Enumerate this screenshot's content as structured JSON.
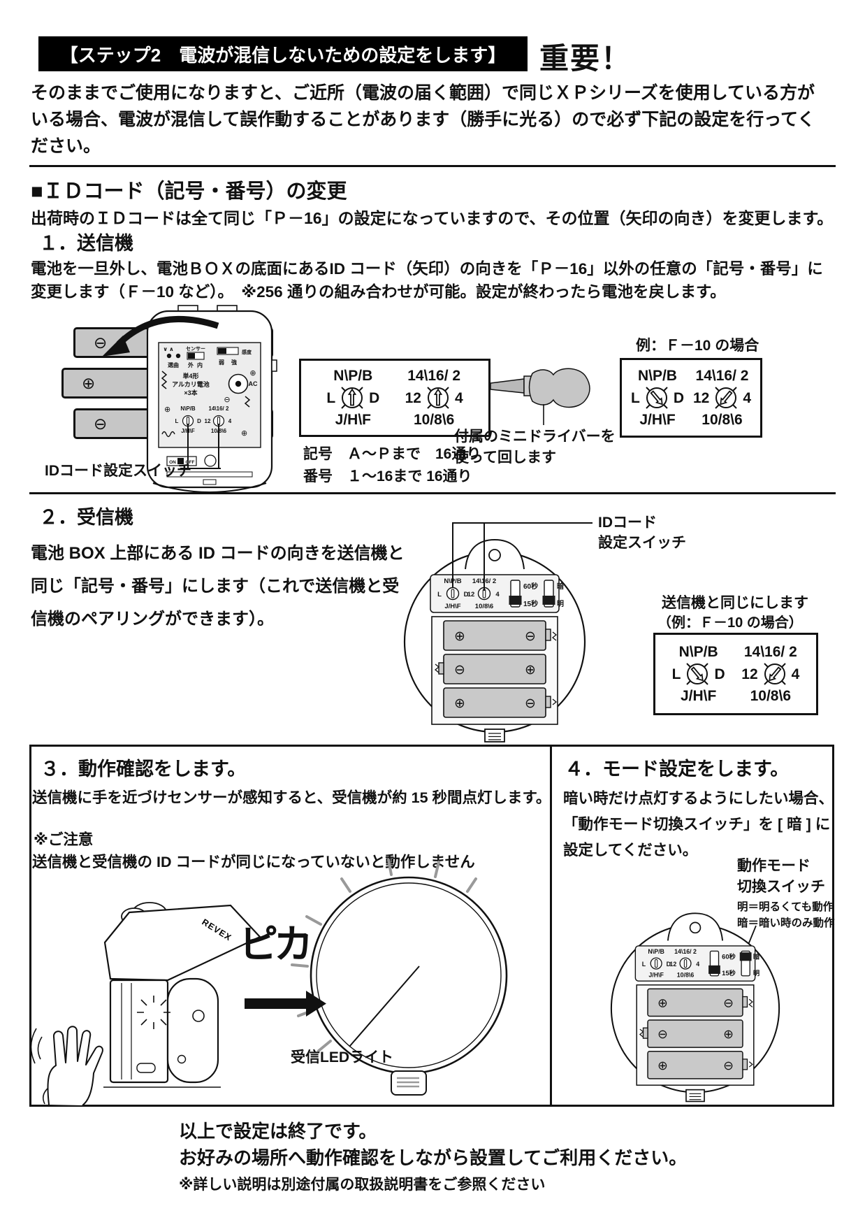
{
  "page": {
    "title_bar": "【ステップ2　電波が混信しないための設定をします】",
    "important": "重要！"
  },
  "intro": {
    "lines": [
      "そのままでご使用になりますと、ご近所（電波の届く範囲）で同じＸＰシリーズを使用している方が",
      "いる場合、電波が混信して誤作動することがあります（勝手に光る）ので必ず下記の設定を行ってく",
      "ださい。"
    ]
  },
  "id_change": {
    "heading": "■ＩＤコード（記号・番号）の変更",
    "description": "出荷時のＩＤコードは全て同じ「Ｐ－16」の設定になっていますので、その位置（矢印の向き）を変更します。"
  },
  "transmitter": {
    "heading": "１．送信機",
    "body_lines": [
      "電池を一旦外し、電池ＢＯＸの底面にあるID コード（矢印）の向きを「Ｐ－16」以外の任意の「記号・番号」に",
      "変更します（Ｆ－10 など）。　※256 通りの組み合わせが可能。設定が終わったら電池を戻します。"
    ],
    "legend_lines": [
      "記号　Ａ～Ｐまで　16通り",
      "番号　１～16まで 16通り"
    ],
    "screwdriver_lines": [
      "付属のミニドライバーを",
      "使って回します"
    ],
    "example_title": "例：Ｆ－10 の場合",
    "id_switch_label": "IDコード設定スイッチ"
  },
  "receiver": {
    "heading": "２．受信機",
    "body_lines": [
      "電池 BOX 上部にある ID コードの向きを送信機と",
      "同じ「記号・番号」にします（これで送信機と受",
      "信機のペアリングができます）。"
    ],
    "id_switch_label_lines": [
      "IDコード",
      "設定スイッチ"
    ],
    "same_lines": [
      "送信機と同じにします",
      "（例：Ｆ－10 の場合）"
    ]
  },
  "check": {
    "heading": "３．動作確認をします。",
    "body": "送信機に手を近づけセンサーが感知すると、受信機が約 15 秒間点灯します。",
    "note_heading": "※ご注意",
    "note_body": "送信機と受信機の ID コードが同じになっていないと動作しません",
    "pika": "ピカ",
    "brand": "REVEX",
    "led_label": "受信LEDライト"
  },
  "mode": {
    "heading": "４．モード設定をします。",
    "body_lines": [
      "暗い時だけ点灯するようにしたい場合、",
      "「動作モード切換スイッチ」を [ 暗 ] に",
      "設定してください。"
    ],
    "switch_label_lines": [
      "動作モード",
      "切換スイッチ"
    ],
    "switch_note_lines": [
      "明＝明るくても動作",
      "暗＝暗い時のみ動作"
    ]
  },
  "footer": {
    "line1": "以上で設定は終了です。",
    "line2": "お好みの場所へ動作確認をしながら設置してご利用ください。",
    "note": "※詳しい説明は別途付属の取扱説明書をご参照ください"
  },
  "dial": {
    "letters_top": "N\\P/B",
    "letters_left": "L",
    "letters_right": "D",
    "letters_bottom": "J/H\\F",
    "numbers_top": "14\\16/ 2",
    "numbers_left": "12",
    "numbers_right": "4",
    "numbers_bottom": "10/8\\6"
  },
  "tx_panel": {
    "updown": "∨ ∧",
    "select": "選曲",
    "sensor": "センサー",
    "outside": "外",
    "inside": "内",
    "sensitivity": "感度",
    "weak": "弱",
    "strong": "強",
    "battery_size": "単4形",
    "battery_kind": "アルカリ電池",
    "battery_count": "×3本",
    "ac": "AC",
    "on": "ON",
    "off": "OFF"
  },
  "rx_panel": {
    "sec60": "60秒",
    "sec15": "15秒",
    "dark": "暗",
    "light": "明"
  },
  "symbols": {
    "plus": "⊕",
    "minus": "⊖"
  }
}
